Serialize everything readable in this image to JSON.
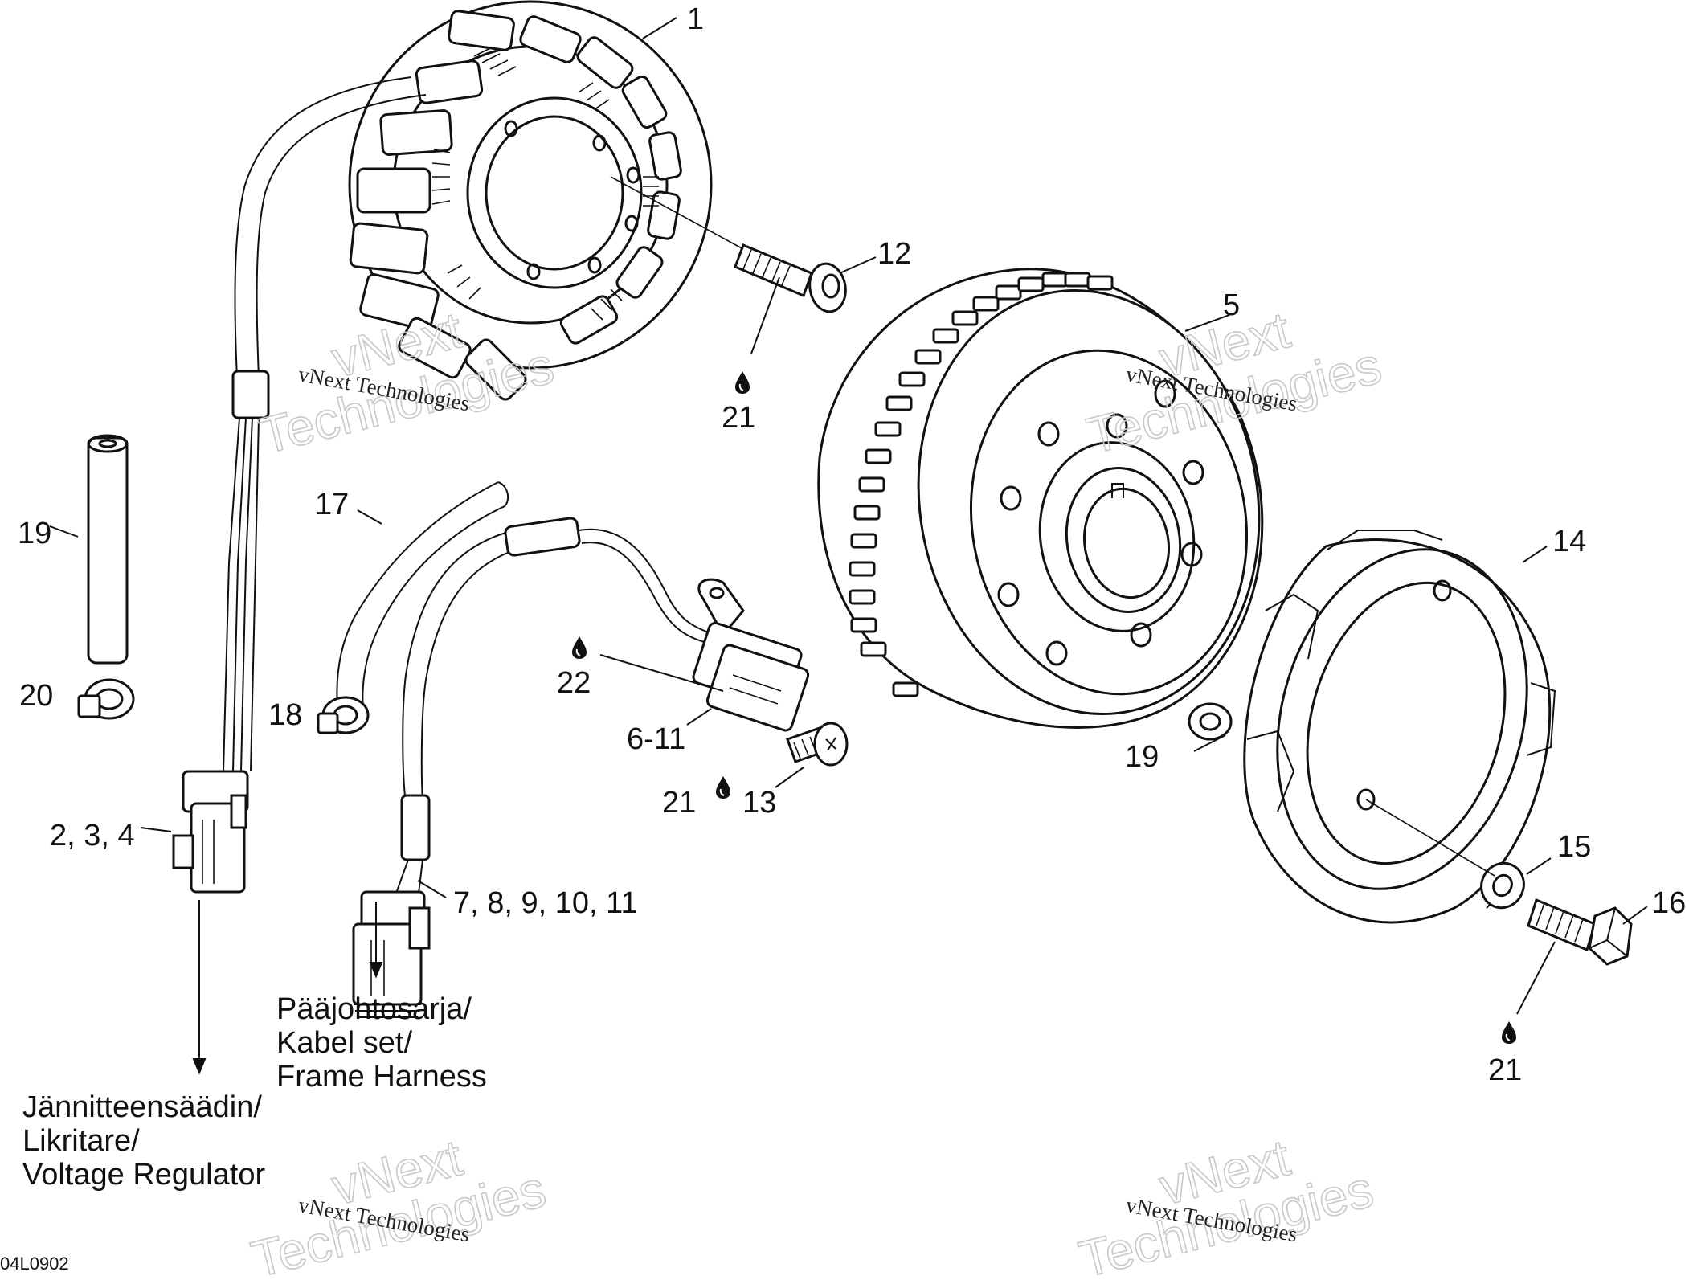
{
  "callouts": {
    "c1": "1",
    "c12": "12",
    "c5": "5",
    "c21a": "21",
    "c19a": "19",
    "c17": "17",
    "c14": "14",
    "c22": "22",
    "c20": "20",
    "c18": "18",
    "c6_11": "6-11",
    "c19b": "19",
    "c21b": "21",
    "c13": "13",
    "c2_3_4": "2, 3, 4",
    "c15": "15",
    "c16": "16",
    "c7_11": "7, 8, 9, 10, 11",
    "c21c": "21"
  },
  "destinations": {
    "frame_harness": [
      "Pääjohtosarja/",
      "Kabel set/",
      "Frame Harness"
    ],
    "voltage_regulator": [
      "Jännitteensäädin/",
      "Likritare/",
      "Voltage Regulator"
    ]
  },
  "watermark": {
    "line": "vNext Technologies",
    "big_top": "vNext",
    "big_bottom": "Technologies"
  },
  "drawing_code": "04L0902",
  "icons": {
    "drop": "oil-drop-icon"
  }
}
